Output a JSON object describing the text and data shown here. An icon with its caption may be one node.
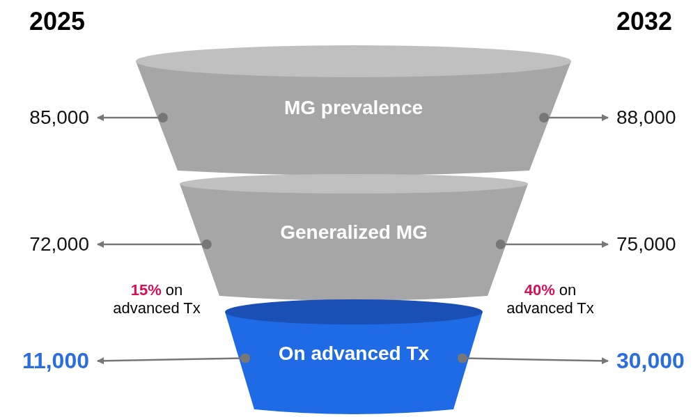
{
  "diagram": {
    "nodes": [
      {
        "text": [
          "MG prevalence"
        ]
      },
      {
        "text": [
          "Generalized MG"
        ]
      },
      {
        "text": [
          "On advanced Tx"
        ]
      },
      {
        "text": [
          "85,000"
        ]
      },
      {
        "text": [
          "88,000"
        ]
      },
      {
        "text": [
          "72,000"
        ]
      },
      {
        "text": [
          "75,000"
        ]
      },
      {
        "text": [
          "11,000"
        ]
      },
      {
        "text": [
          "30,000"
        ]
      }
    ],
    "edges": [
      {
        "from": 0,
        "to": 3,
        "arrow": "to"
      },
      {
        "from": 0,
        "to": 4,
        "arrow": "to"
      },
      {
        "from": 1,
        "to": 5,
        "arrow": "to"
      },
      {
        "from": 1,
        "to": 6,
        "arrow": "to"
      },
      {
        "from": 2,
        "to": 7,
        "arrow": "to"
      },
      {
        "from": 2,
        "to": 8,
        "arrow": "to"
      }
    ],
    "labels": [
      "2025",
      "2032",
      "**15%** on advanced Tx",
      "**40%** on advanced Tx"
    ]
  }
}
